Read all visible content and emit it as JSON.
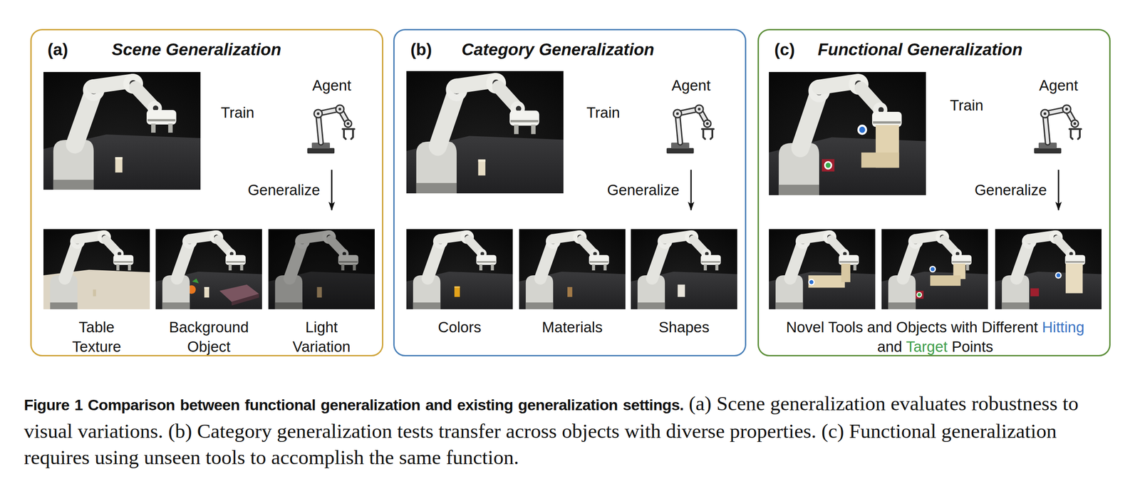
{
  "diagram": {
    "caption": "Figure 1 Comparison between functional generalization and existing generalization settings. (a) Scene generalization evaluates robustness to visual variations. (b) Category generalization tests transfer across objects with diverse properties. (c) Functional generalization requires using unseen tools to accomplish the same function.",
    "nodes": [
      {
        "text": [
          "(a)",
          "Scene Generalization"
        ]
      },
      {
        "text": [
          "Agent"
        ],
        "in": 0
      },
      {
        "text": [
          "Table Texture"
        ],
        "in": 0
      },
      {
        "text": [
          "Background Object"
        ],
        "in": 0
      },
      {
        "text": [
          "Light Variation"
        ],
        "in": 0
      },
      {
        "text": [
          "(b)",
          "Category Generalization"
        ]
      },
      {
        "text": [
          "Agent"
        ],
        "in": 5
      },
      {
        "text": [
          "Colors"
        ],
        "in": 5
      },
      {
        "text": [
          "Materials"
        ],
        "in": 5
      },
      {
        "text": [
          "Shapes"
        ],
        "in": 5
      },
      {
        "text": [
          "(c)",
          "Functional Generalization"
        ]
      },
      {
        "text": [
          "Agent"
        ],
        "in": 10
      },
      {
        "text": [
          "Novel Tools and Objects with Different Hitting and Target Points"
        ],
        "in": 10
      }
    ],
    "edges": [
      {
        "from": 1,
        "to": 4,
        "label": "Generalize",
        "arrow": "to"
      },
      {
        "from": 6,
        "to": 9,
        "label": "Generalize",
        "arrow": "to"
      },
      {
        "from": 11,
        "to": 12,
        "label": "Generalize",
        "arrow": "to"
      }
    ],
    "labels": [
      "Train",
      "Train",
      "Train"
    ]
  }
}
